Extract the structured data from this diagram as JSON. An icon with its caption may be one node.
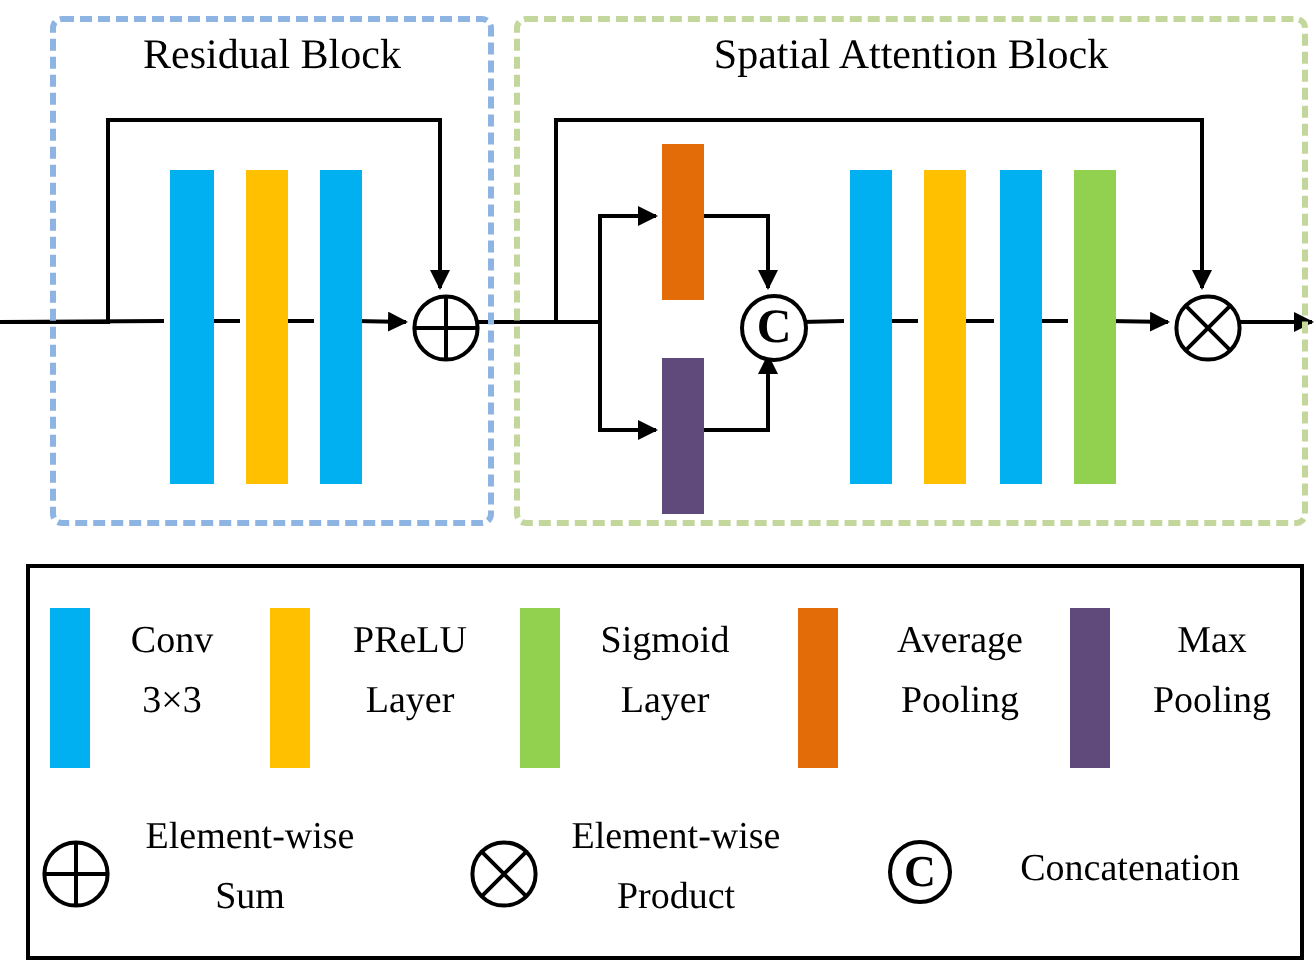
{
  "diagram": {
    "nodes": [
      {
        "text": [
          "Residual Block"
        ]
      },
      {
        "text": [],
        "shape": "bar",
        "in": 0
      },
      {
        "text": [],
        "shape": "bar",
        "in": 0
      },
      {
        "text": [],
        "shape": "bar",
        "in": 0
      },
      {
        "text": [],
        "shape": "circle",
        "in": 0
      },
      {
        "text": [
          "Spatial Attention Block"
        ]
      },
      {
        "text": [],
        "shape": "bar",
        "in": 5
      },
      {
        "text": [],
        "shape": "bar",
        "in": 5
      },
      {
        "text": [
          "C"
        ],
        "in": 5
      },
      {
        "text": [],
        "shape": "bar",
        "in": 5
      },
      {
        "text": [],
        "shape": "bar",
        "in": 5
      },
      {
        "text": [],
        "shape": "bar",
        "in": 5
      },
      {
        "text": [],
        "shape": "bar",
        "in": 5
      },
      {
        "text": [],
        "shape": "circle",
        "in": 5
      }
    ],
    "edges": [
      {
        "from": null,
        "to": 1,
        "arrow": "none"
      },
      {
        "from": null,
        "to": 4,
        "arrow": "to"
      },
      {
        "from": 1,
        "to": 2,
        "arrow": "none"
      },
      {
        "from": 2,
        "to": 3,
        "arrow": "none"
      },
      {
        "from": 3,
        "to": 4,
        "arrow": "to"
      },
      {
        "from": 4,
        "to": 6,
        "arrow": "to"
      },
      {
        "from": 4,
        "to": 7,
        "arrow": "to"
      },
      {
        "from": 4,
        "to": 13,
        "arrow": "to"
      },
      {
        "from": 6,
        "to": 8,
        "arrow": "to"
      },
      {
        "from": 7,
        "to": 8,
        "arrow": "to"
      },
      {
        "from": 8,
        "to": 9,
        "arrow": "none"
      },
      {
        "from": 9,
        "to": 10,
        "arrow": "none"
      },
      {
        "from": 10,
        "to": 11,
        "arrow": "none"
      },
      {
        "from": 11,
        "to": 12,
        "arrow": "none"
      },
      {
        "from": 12,
        "to": 13,
        "arrow": "to"
      },
      {
        "from": 13,
        "to": null,
        "arrow": "to"
      }
    ],
    "labels": [
      "C"
    ],
    "legend": [
      {
        "text": "Conv 3×3",
        "color": "#00b0f0"
      },
      {
        "text": "PReLU Layer",
        "color": "#ffc000"
      },
      {
        "text": "Sigmoid Layer",
        "color": "#92d050"
      },
      {
        "text": "Average Pooling",
        "color": "#e36c09"
      },
      {
        "text": "Max Pooling",
        "color": "#604a7b"
      },
      {
        "text": "Element-wise Sum"
      },
      {
        "text": "Element-wise Product"
      },
      {
        "text": "Concatenation"
      }
    ]
  }
}
